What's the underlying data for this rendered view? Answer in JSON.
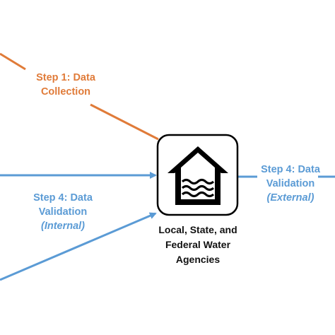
{
  "steps": {
    "collection": {
      "line1": "Step 1: Data",
      "line2": "Collection",
      "color": "#E07B39"
    },
    "validation_internal": {
      "line1": "Step 4: Data",
      "line2": "Validation",
      "line3": "(Internal)",
      "color": "#5B9BD5"
    },
    "validation_external": {
      "line1": "Step 4: Data",
      "line2": "Validation",
      "line3": "(External)",
      "color": "#5B9BD5"
    }
  },
  "node": {
    "icon": "house-water-icon",
    "label_line1": "Local, State, and",
    "label_line2": "Federal Water",
    "label_line3": "Agencies"
  }
}
